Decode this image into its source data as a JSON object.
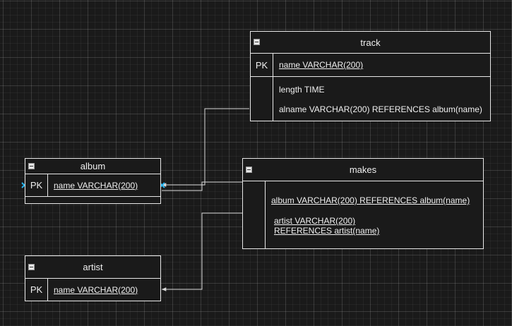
{
  "diagram": {
    "tables": {
      "track": {
        "name": "track",
        "pk_label": "PK",
        "pk_field": "name VARCHAR(200)",
        "fields": [
          "length TIME",
          "alname VARCHAR(200) REFERENCES album(name)"
        ]
      },
      "album": {
        "name": "album",
        "pk_label": "PK",
        "pk_field": "name VARCHAR(200)"
      },
      "makes": {
        "name": "makes",
        "fields": [
          "album VARCHAR(200) REFERENCES album(name)",
          "artist VARCHAR(200)",
          "REFERENCES artist(name)"
        ]
      },
      "artist": {
        "name": "artist",
        "pk_label": "PK",
        "pk_field": "name VARCHAR(200)"
      }
    }
  },
  "colors": {
    "background": "#1a1a1a",
    "stroke": "#e8e8e8",
    "connector": "#d9d9d9",
    "selection_handle": "#29b6f2"
  }
}
